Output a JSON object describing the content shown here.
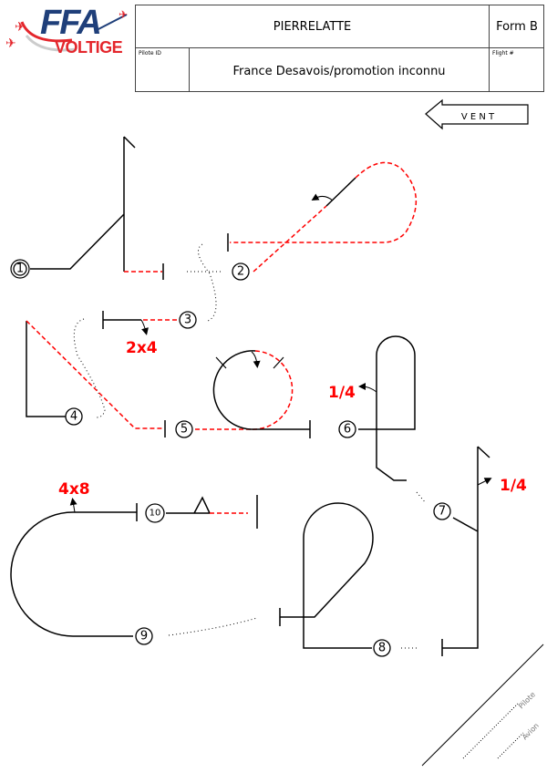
{
  "logo": {
    "line1": "FFA",
    "line2": "VOLTIGE"
  },
  "header": {
    "competition": "PIERRELATTE",
    "form": "Form B",
    "pilot_id_label": "Pilote ID",
    "pilot_name": "France Desavois/promotion inconnu",
    "flight_label": "Flight #"
  },
  "wind": {
    "label": "V E N T"
  },
  "figures": [
    {
      "number": "1"
    },
    {
      "number": "2"
    },
    {
      "number": "3"
    },
    {
      "number": "4"
    },
    {
      "number": "5"
    },
    {
      "number": "6"
    },
    {
      "number": "7"
    },
    {
      "number": "8"
    },
    {
      "number": "9"
    },
    {
      "number": "10"
    }
  ],
  "annotations": {
    "fig3_roll": "2x4",
    "fig6_roll": "1/4",
    "fig7_roll": "1/4",
    "fig9_roll": "4x8"
  },
  "corner": {
    "pilote": "Pilote",
    "avion": "Avion"
  },
  "colors": {
    "negative_line": "#ff0000",
    "positive_line": "#000000"
  }
}
